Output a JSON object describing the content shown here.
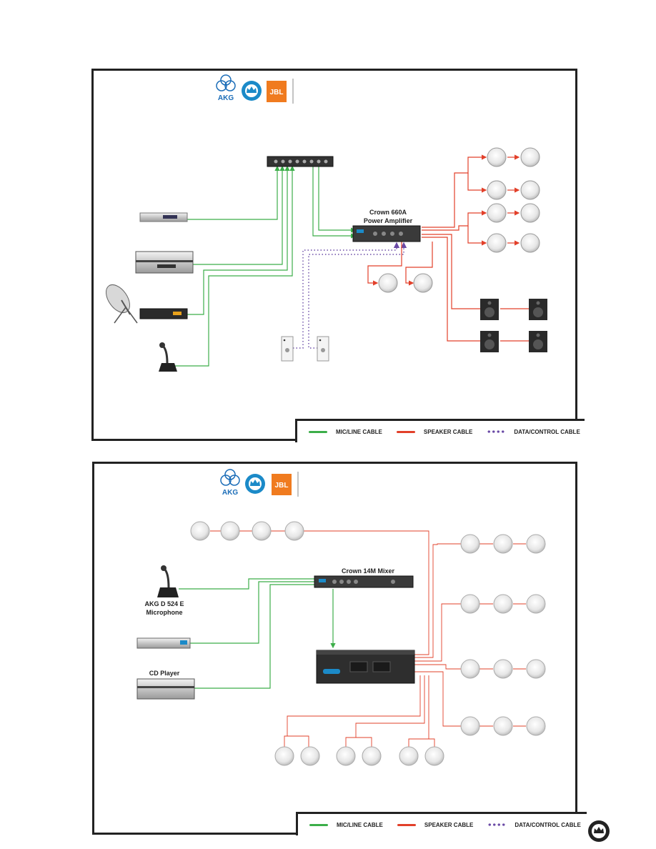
{
  "brands": {
    "akg": "AKG",
    "jbl": "JBL"
  },
  "panel1": {
    "amp_label_line1": "Crown 660A",
    "amp_label_line2": "Power Amplifier"
  },
  "panel2": {
    "mixer_label": "Crown 14M Mixer",
    "mic_label_line1": "AKG D 524 E",
    "mic_label_line2": "Microphone",
    "cd_label": "CD Player"
  },
  "legend": {
    "mic_line": "MIC/LINE CABLE",
    "speaker": "SPEAKER CABLE",
    "data_control": "DATA/CONTROL CABLE"
  },
  "colors": {
    "mic_line": "#3cae49",
    "speaker": "#e2402a",
    "data_control": "#6a4aa6",
    "crown_blue": "#1b8ac8",
    "jbl_orange": "#f07b1f"
  }
}
